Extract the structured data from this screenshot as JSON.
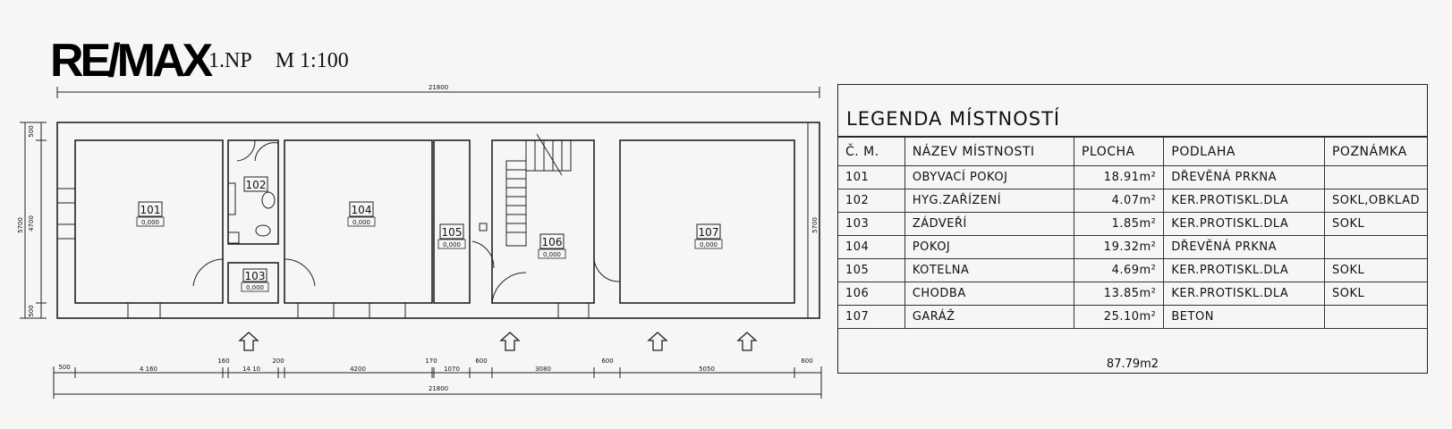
{
  "header": {
    "logo_text": "RE/MAX",
    "floor_label": "1.NP",
    "scale_label": "M 1:100"
  },
  "plan": {
    "rooms": [
      {
        "number": "101",
        "level": "0,000"
      },
      {
        "number": "102",
        "level": ""
      },
      {
        "number": "103",
        "level": "0,000"
      },
      {
        "number": "104",
        "level": "0,000"
      },
      {
        "number": "105",
        "level": "0,000"
      },
      {
        "number": "106",
        "level": "0,000"
      },
      {
        "number": "107",
        "level": "0,000"
      }
    ],
    "dimensions": {
      "overall_top": "21800",
      "overall_bottom": "21800",
      "segments": [
        "500",
        "4 160",
        "160",
        "14 10",
        "200",
        "4200",
        "170",
        "1070",
        "600",
        "3080",
        "600",
        "5050",
        "600"
      ],
      "left_side": [
        "5700",
        "500",
        "4700",
        "500"
      ],
      "right_side": "5700"
    }
  },
  "legend": {
    "title": "LEGENDA MÍSTNOSTÍ",
    "headers": [
      "Č. M.",
      "NÁZEV MÍSTNOSTI",
      "PLOCHA",
      "PODLAHA",
      "POZNÁMKA"
    ],
    "rows": [
      [
        "101",
        "OBYVACÍ POKOJ",
        "18.91m²",
        "DŘEVĚNÁ PRKNA",
        ""
      ],
      [
        "102",
        "HYG.ZAŘÍZENÍ",
        "4.07m²",
        "KER.PROTISKL.DLA",
        "SOKL,OBKLAD"
      ],
      [
        "103",
        "ZÁDVEŘÍ",
        "1.85m²",
        "KER.PROTISKL.DLA",
        "SOKL"
      ],
      [
        "104",
        "POKOJ",
        "19.32m²",
        "DŘEVĚNÁ PRKNA",
        ""
      ],
      [
        "105",
        "KOTELNA",
        "4.69m²",
        "KER.PROTISKL.DLA",
        "SOKL"
      ],
      [
        "106",
        "CHODBA",
        "13.85m²",
        "KER.PROTISKL.DLA",
        "SOKL"
      ],
      [
        "107",
        "GARÁŽ",
        "25.10m²",
        "BETON",
        ""
      ]
    ],
    "total": "87.79m2"
  }
}
